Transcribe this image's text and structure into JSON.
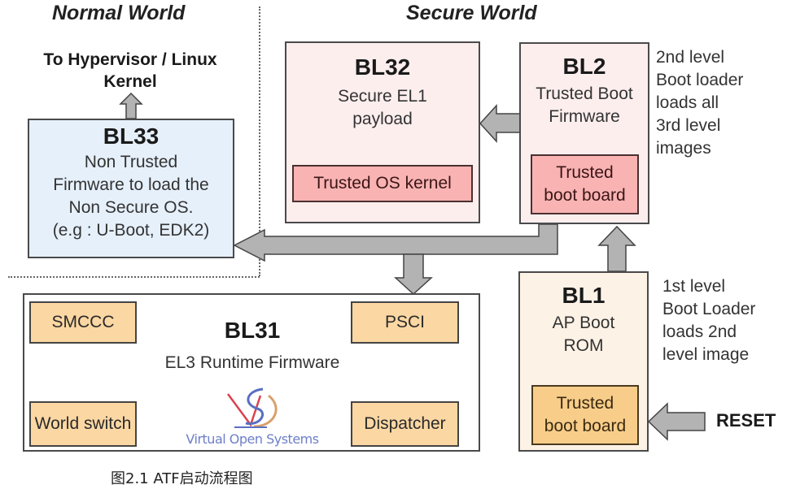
{
  "worlds": {
    "normal": "Normal World",
    "secure": "Secure World"
  },
  "hypervisor_label": [
    "To Hypervisor / Linux",
    "Kernel"
  ],
  "bl33": {
    "title": "BL33",
    "desc": [
      "Non Trusted",
      "Firmware to load the",
      "Non Secure OS.",
      "(e.g : U-Boot, EDK2)"
    ]
  },
  "bl32": {
    "title": "BL32",
    "desc": [
      "Secure EL1",
      "payload"
    ],
    "component": "Trusted OS kernel"
  },
  "bl2": {
    "title": "BL2",
    "desc": [
      "Trusted Boot",
      "Firmware"
    ],
    "component": [
      "Trusted",
      "boot board"
    ],
    "note": [
      "2nd level",
      "Boot loader",
      "loads all",
      "3rd level",
      "images"
    ]
  },
  "bl31": {
    "title": "BL31",
    "desc": "EL3 Runtime Firmware",
    "components": {
      "smccc": "SMCCC",
      "psci": "PSCI",
      "world_switch": "World switch",
      "dispatcher": "Dispatcher"
    },
    "logo_text": "Virtual Open Systems"
  },
  "bl1": {
    "title": "BL1",
    "desc": [
      "AP Boot",
      "ROM"
    ],
    "component": [
      "Trusted",
      "boot board"
    ],
    "note": [
      "1st level",
      "Boot Loader",
      "loads 2nd",
      "level image"
    ]
  },
  "reset_label": "RESET",
  "caption": "图2.1 ATF启动流程图",
  "colors": {
    "bl33_fill": "#e6f0fb",
    "secure_fill": "#fdeeee",
    "bl1_fill": "#fdf2e6",
    "pink_component": "#f9b3b3",
    "orange_component": "#f8cd8a",
    "arrow_fill": "#b3b3b3"
  }
}
